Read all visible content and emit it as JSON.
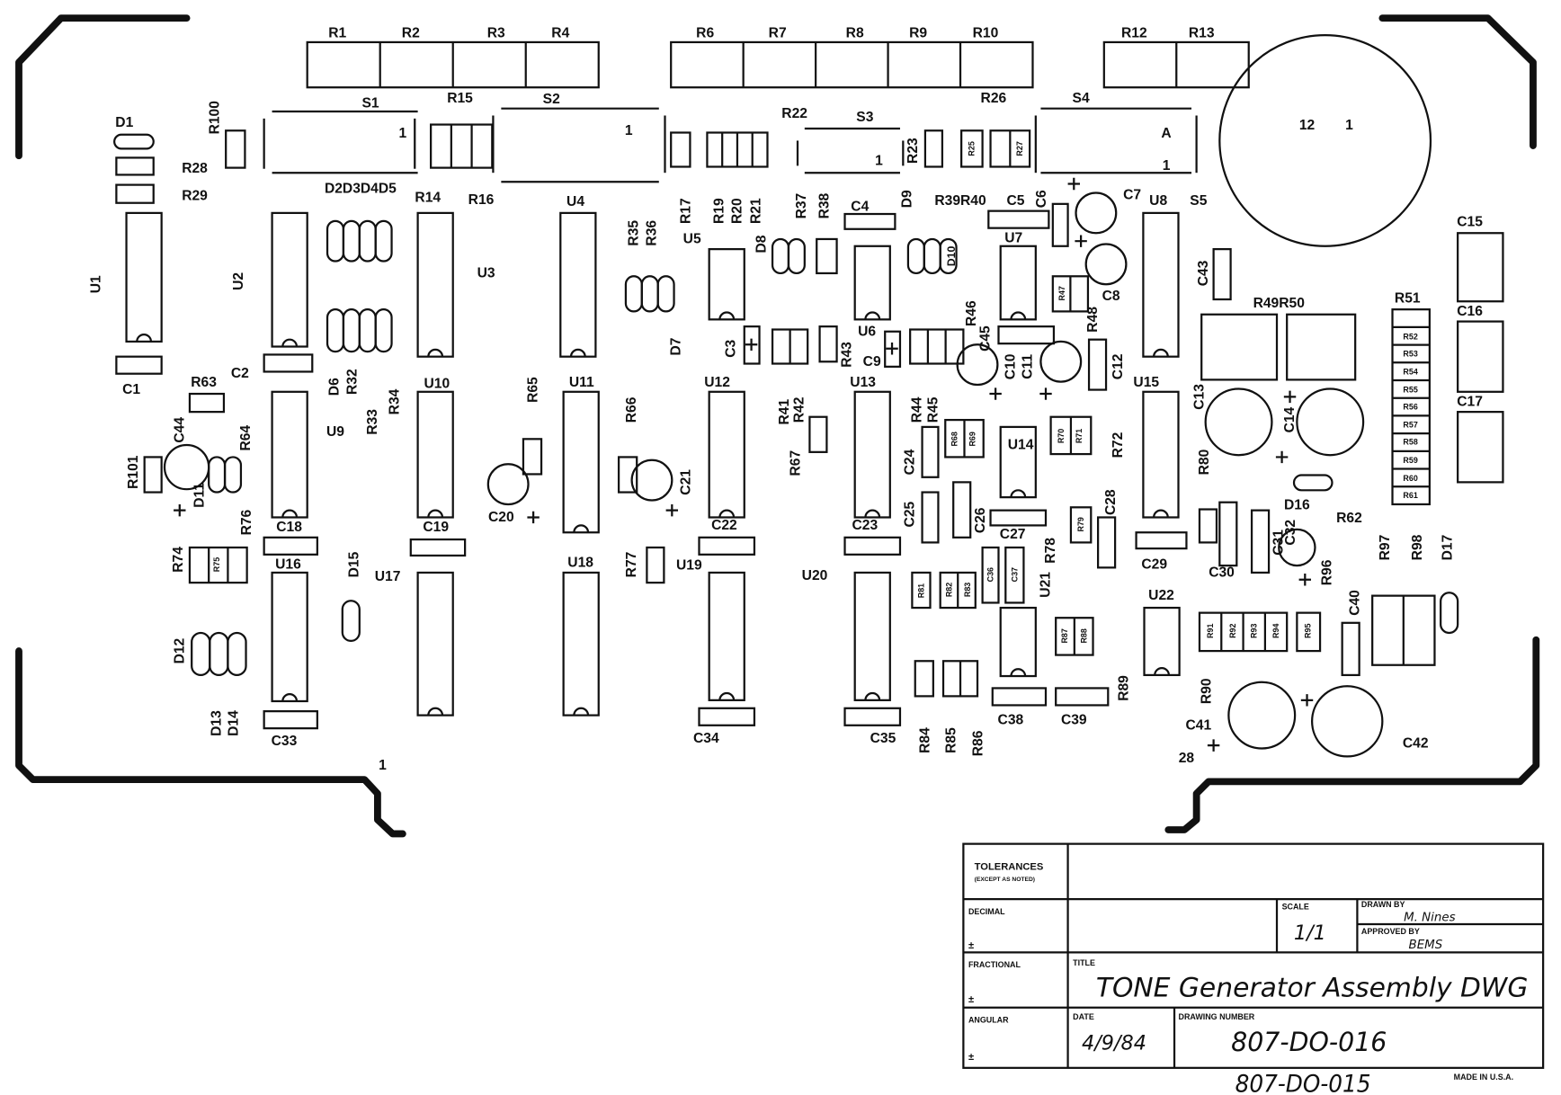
{
  "refdes": {
    "R1": "R1",
    "R2": "R2",
    "R3": "R3",
    "R4": "R4",
    "R6": "R6",
    "R7": "R7",
    "R8": "R8",
    "R9": "R9",
    "R10": "R10",
    "R12": "R12",
    "R13": "R13",
    "R15": "R15",
    "R22": "R22",
    "R26": "R26",
    "S1": "S1",
    "S2": "S2",
    "S3": "S3",
    "S4": "S4",
    "S5": "S5",
    "D1": "D1",
    "R100": "R100",
    "R28": "R28",
    "R29": "R29",
    "R23": "R23",
    "R25": "R25",
    "R27": "R27",
    "D2D3D4D5": "D2D3D4D5",
    "R14": "R14",
    "R16": "R16",
    "U4": "U4",
    "R17": "R17",
    "R19": "R19",
    "R20": "R20",
    "R21": "R21",
    "U5": "U5",
    "R35": "R35",
    "R36": "R36",
    "R37": "R37",
    "R38": "R38",
    "C4": "C4",
    "D9": "D9",
    "R39R40": "R39R40",
    "C5": "C5",
    "C6": "C6",
    "C7": "C7",
    "U8": "U8",
    "U1": "U1",
    "U2": "U2",
    "U3": "U3",
    "D8": "D8",
    "D10": "D10",
    "U7": "U7",
    "U6": "U6",
    "C8": "C8",
    "R47": "R47",
    "R48": "R48",
    "R46": "R46",
    "C45": "C45",
    "C43": "C43",
    "R49R50": "R49R50",
    "R51": "R51",
    "R52": "R52",
    "R53": "R53",
    "R54": "R54",
    "R55": "R55",
    "R56": "R56",
    "R57": "R57",
    "R58": "R58",
    "R59": "R59",
    "R60": "R60",
    "R61": "R61",
    "C15": "C15",
    "C16": "C16",
    "C17": "C17",
    "C1": "C1",
    "R63": "R63",
    "C2": "C2",
    "D6": "D6",
    "R32": "R32",
    "R33": "R33",
    "R34": "R34",
    "U9": "U9",
    "U10": "U10",
    "R65": "R65",
    "U11": "U11",
    "R66": "R66",
    "D7": "D7",
    "C3": "C3",
    "U12": "U12",
    "R43": "R43",
    "C9": "C9",
    "U13": "U13",
    "R41": "R41",
    "R42": "R42",
    "R44": "R44",
    "R45": "R45",
    "R68": "R68",
    "R69": "R69",
    "C10": "C10",
    "C11": "C11",
    "C12": "C12",
    "U15": "U15",
    "C13": "C13",
    "C14": "C14",
    "R80": "R80",
    "R70": "R70",
    "R71": "R71",
    "R72": "R72",
    "U14": "U14",
    "R67": "R67",
    "C24": "C24",
    "R101": "R101",
    "C44": "C44",
    "D11": "D11",
    "R64": "R64",
    "C21": "C21",
    "C20": "C20",
    "D16": "D16",
    "R62": "R62",
    "R97": "R97",
    "R98": "R98",
    "D17": "D17",
    "C18": "C18",
    "C19": "C19",
    "C22": "C22",
    "C23": "C23",
    "R76": "R76",
    "C25": "C25",
    "C26": "C26",
    "C27": "C27",
    "R78": "R78",
    "R79": "R79",
    "C28": "C28",
    "C29": "C29",
    "C30": "C30",
    "C31": "C31",
    "C32": "C32",
    "R96": "R96",
    "R74": "R74",
    "R75": "R75",
    "U16": "U16",
    "D15": "D15",
    "U17": "U17",
    "U18": "U18",
    "R77": "R77",
    "U19": "U19",
    "U20": "U20",
    "R81": "R81",
    "R82": "R82",
    "R83": "R83",
    "C36": "C36",
    "C37": "C37",
    "U21": "U21",
    "U22": "U22",
    "R91": "R91",
    "R92": "R92",
    "R93": "R93",
    "R94": "R94",
    "R95": "R95",
    "C40": "C40",
    "R87": "R87",
    "R88": "R88",
    "D12": "D12",
    "R89": "R89",
    "R90": "R90",
    "C41": "C41",
    "C42": "C42",
    "C38": "C38",
    "C39": "C39",
    "D13": "D13",
    "D14": "D14",
    "C33": "C33",
    "C34": "C34",
    "C35": "C35",
    "R84": "R84",
    "R85": "R85",
    "R86": "R86"
  },
  "pins": {
    "s1_pin": "1",
    "s2_pin": "1",
    "s3_pin": "1",
    "s4_pin_a": "A",
    "s4_pin_1": "1",
    "conn_pin_12": "12",
    "conn_pin_1": "1",
    "pin_28": "28",
    "edge_pin_1": "1"
  },
  "title_block": {
    "tolerances": "TOLERANCES",
    "except_note": "(EXCEPT AS NOTED)",
    "decimal": "DECIMAL",
    "decimal_pm": "±",
    "fractional": "FRACTIONAL",
    "fractional_pm": "±",
    "angular": "ANGULAR",
    "angular_pm": "±",
    "scale_label": "SCALE",
    "scale": "1/1",
    "drawn_by_label": "DRAWN BY",
    "drawn_by": "M. Nines",
    "approved_by_label": "APPROVED BY",
    "approved_by": "BEMS",
    "title_label": "TITLE",
    "title": "TONE Generator Assembly DWG",
    "date_label": "DATE",
    "date": "4/9/84",
    "drawing_number_label": "DRAWING NUMBER",
    "drawing_number": "807-DO-016",
    "alt_drawing_number": "807-DO-015",
    "made_in": "MADE IN U.S.A."
  }
}
